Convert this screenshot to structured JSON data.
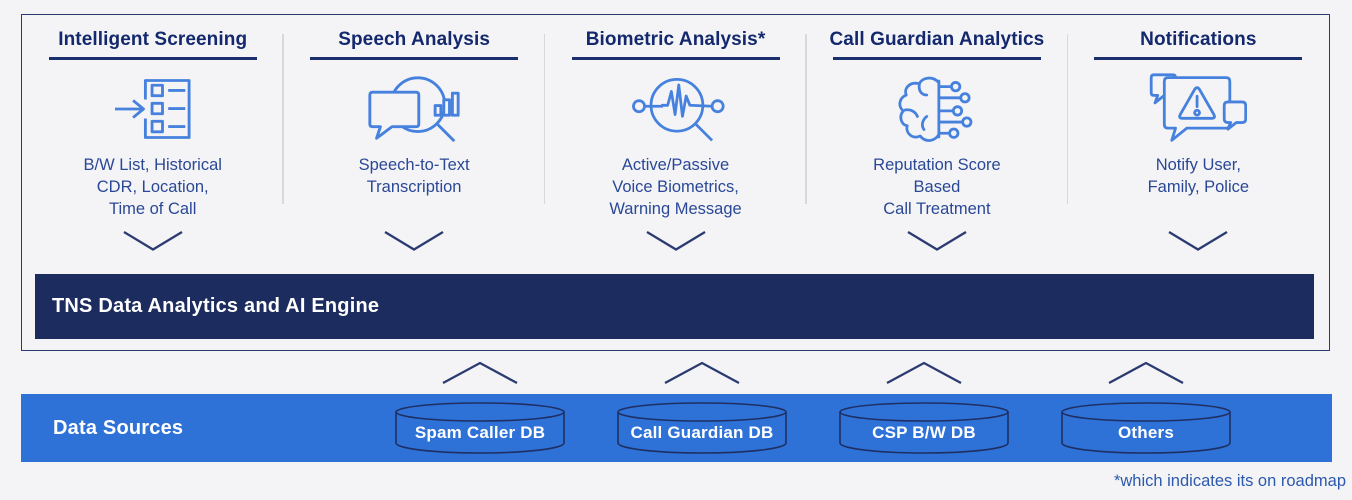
{
  "pipeline": {
    "engine_label": "TNS Data Analytics and AI Engine",
    "columns": [
      {
        "title": "Intelligent Screening",
        "icon": "screening-checklist-icon",
        "description": "B/W List, Historical\nCDR, Location,\nTime of Call"
      },
      {
        "title": "Speech Analysis",
        "icon": "speech-to-text-magnifier-icon",
        "description": "Speech-to-Text\nTranscription"
      },
      {
        "title": "Biometric Analysis*",
        "icon": "voice-waveform-magnifier-icon",
        "description": "Active/Passive\nVoice Biometrics,\nWarning Message"
      },
      {
        "title": "Call Guardian Analytics",
        "icon": "ai-brain-network-icon",
        "description": "Reputation Score\nBased\nCall Treatment"
      },
      {
        "title": "Notifications",
        "icon": "alert-message-bubbles-icon",
        "description": "Notify User,\nFamily, Police"
      }
    ]
  },
  "data_sources": {
    "label": "Data Sources",
    "databases": [
      {
        "label": "Spam Caller DB"
      },
      {
        "label": "Call Guardian DB"
      },
      {
        "label": "CSP B/W DB"
      },
      {
        "label": "Others"
      }
    ]
  },
  "footnote": "*which indicates its on roadmap",
  "colors": {
    "icon_blue": "#4681de",
    "engine_banner_navy": "#1c2c5f",
    "sources_banner_blue": "#2e72d8",
    "heading_navy": "#13286d",
    "body_text_blue": "#2a4896",
    "chevron_navy": "#2b3b72",
    "footnote_blue": "#2b59ad",
    "background": "#f4f4f6"
  }
}
